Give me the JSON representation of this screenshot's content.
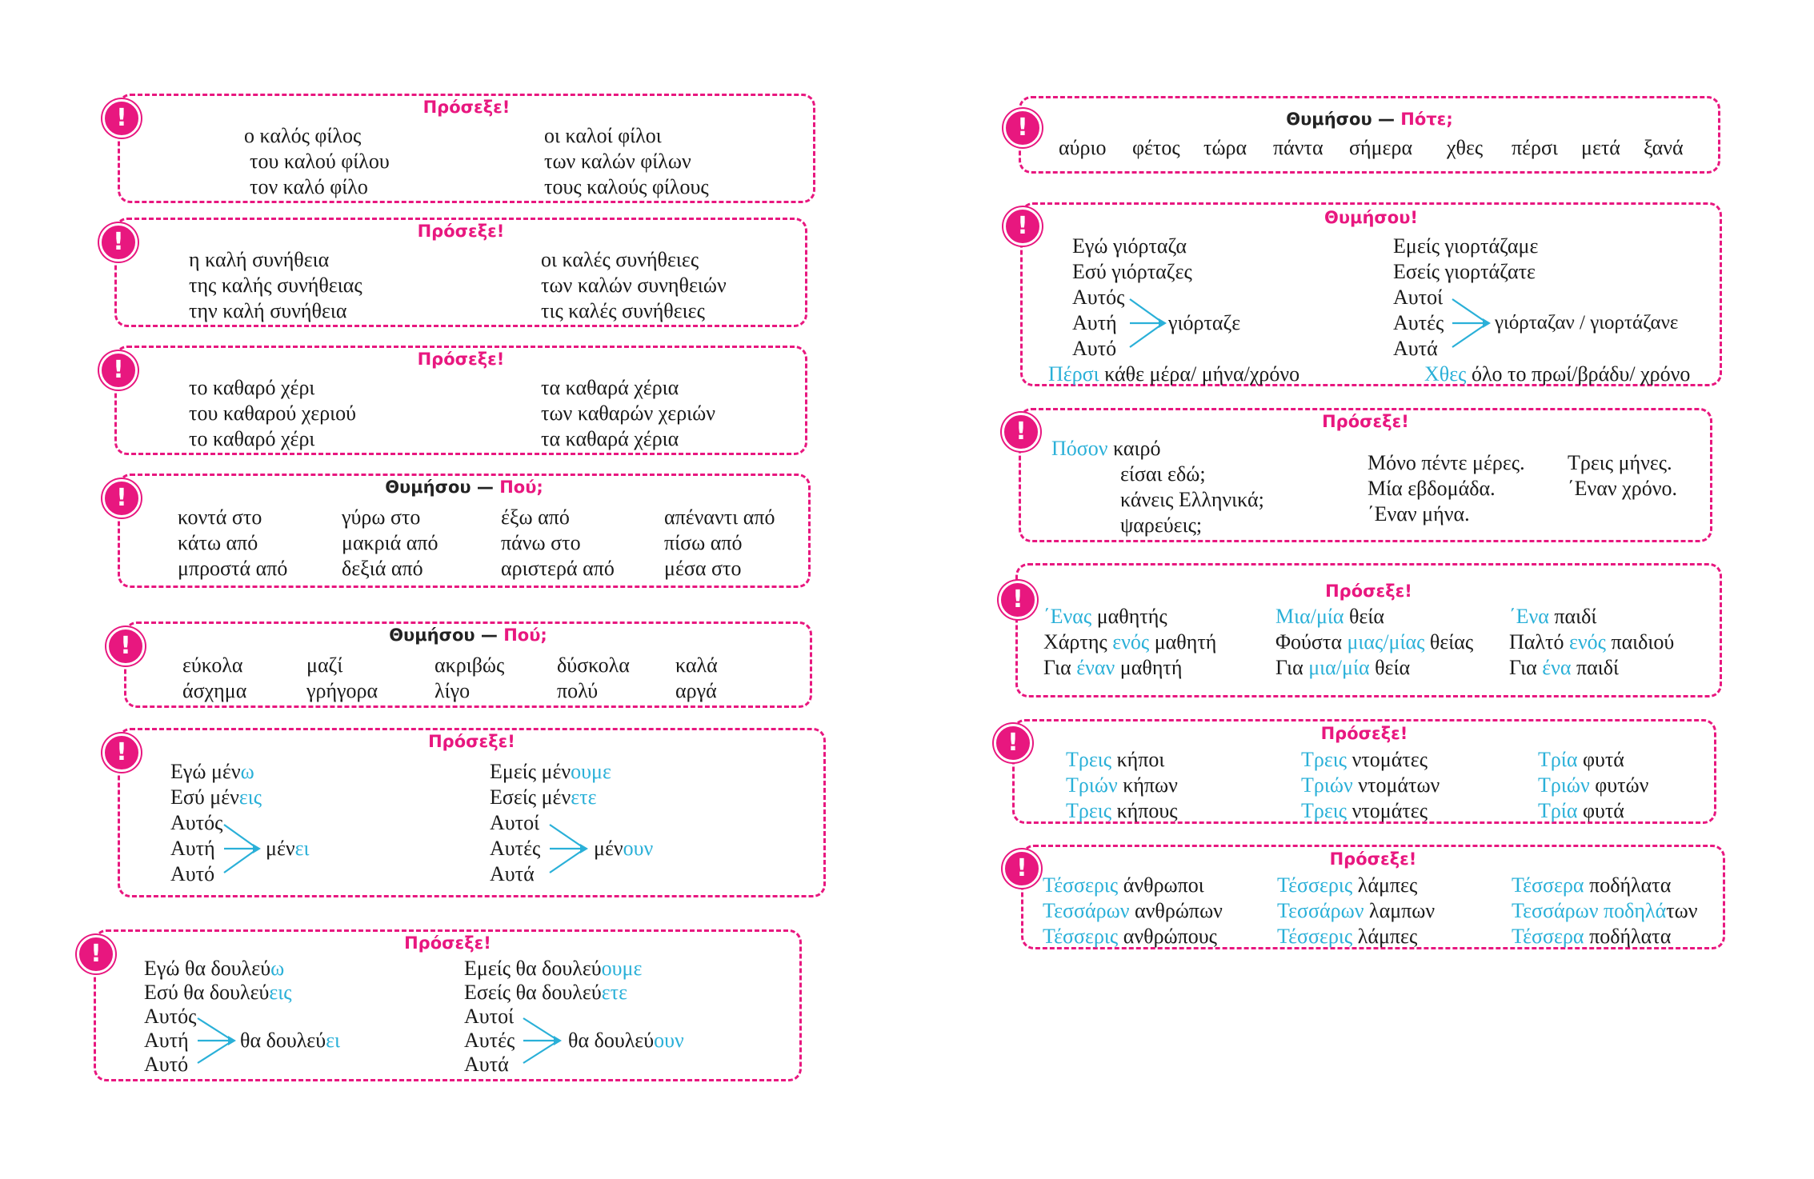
{
  "colors": {
    "accent": "#e8177f",
    "highlight": "#2ab0d8",
    "text": "#1a1a1a"
  },
  "icons": {
    "badge": "exclamation-icon",
    "arrow": "arrow-icon"
  },
  "box1": {
    "title": "Πρόσεξε!",
    "left": [
      "ο καλός φίλος",
      "του καλού φίλου",
      "τον καλό φίλο"
    ],
    "right": [
      "οι καλοί φίλοι",
      "των καλών φίλων",
      "τους καλούς φίλους"
    ]
  },
  "box2": {
    "title": "Πρόσεξε!",
    "left": [
      "η καλή συνήθεια",
      "της καλής συνήθειας",
      "την καλή συνήθεια"
    ],
    "right": [
      "οι καλές συνήθειες",
      "των καλών συνηθειών",
      "τις καλές συνήθειες"
    ]
  },
  "box3": {
    "title": "Πρόσεξε!",
    "left": [
      "το καθαρό χέρι",
      "του καθαρού χεριού",
      "το καθαρό χέρι"
    ],
    "right": [
      "τα καθαρά χέρια",
      "των καθαρών χεριών",
      "τα καθαρά χέρια"
    ]
  },
  "box4": {
    "title_prefix": "Θυμήσου —",
    "title_suffix": "Πού;",
    "columns": [
      [
        "κοντά στο",
        "κάτω από",
        "μπροστά από"
      ],
      [
        "γύρω στο",
        "μακριά από",
        "δεξιά από"
      ],
      [
        "έξω από",
        "πάνω στο",
        "αριστερά από"
      ],
      [
        "απέναντι από",
        "πίσω από",
        "μέσα στο"
      ]
    ]
  },
  "box5": {
    "title_prefix": "Θυμήσου —",
    "title_suffix": "Πού;",
    "columns": [
      [
        "εύκολα",
        "άσχημα"
      ],
      [
        "μαζί",
        "γρήγορα"
      ],
      [
        "ακριβώς",
        "λίγο"
      ],
      [
        "δύσκολα",
        "πολύ"
      ],
      [
        "καλά",
        "αργά"
      ]
    ]
  },
  "box6": {
    "title": "Πρόσεξε!",
    "sg1": {
      "stem": "Εγώ μέν",
      "end": "ω"
    },
    "sg2": {
      "stem": "Εσύ μέν",
      "end": "εις"
    },
    "sg3_pronouns": [
      "Αυτός",
      "Αυτή",
      "Αυτό"
    ],
    "sg3": {
      "stem": "μέν",
      "end": "ει"
    },
    "pl1": {
      "stem": "Εμείς μέν",
      "end": "ουμε"
    },
    "pl2": {
      "stem": "Εσείς μέν",
      "end": "ετε"
    },
    "pl3_pronouns": [
      "Αυτοί",
      "Αυτές",
      "Αυτά"
    ],
    "pl3": {
      "stem": "μέν",
      "end": "ουν"
    }
  },
  "box7": {
    "title": "Πρόσεξε!",
    "sg1": {
      "stem": "Εγώ θα δουλεύ",
      "end": "ω"
    },
    "sg2": {
      "stem": "Εσύ θα δουλεύ",
      "end": "εις"
    },
    "sg3_pronouns": [
      "Αυτός",
      "Αυτή",
      "Αυτό"
    ],
    "sg3": {
      "stem": "θα δουλεύ",
      "end": "ει"
    },
    "pl1": {
      "stem": "Εμείς θα δουλεύ",
      "end": "ουμε"
    },
    "pl2": {
      "stem": "Εσείς θα δουλεύ",
      "end": "ετε"
    },
    "pl3_pronouns": [
      "Αυτοί",
      "Αυτές",
      "Αυτά"
    ],
    "pl3": {
      "stem": "θα δουλεύ",
      "end": "ουν"
    }
  },
  "box8": {
    "title_prefix": "Θυμήσου —",
    "title_suffix": "Πότε;",
    "words": [
      "αύριο",
      "φέτος",
      "τώρα",
      "πάντα",
      "σήμερα",
      "χθες",
      "πέρσι",
      "μετά",
      "ξανά"
    ]
  },
  "box9": {
    "title": "Θυμήσου!",
    "sg": [
      "Εγώ γιόρταζα",
      "Εσύ γιόρταζες"
    ],
    "sg3_pronouns": [
      "Αυτός",
      "Αυτή",
      "Αυτό"
    ],
    "sg3_verb": "γιόρταζε",
    "pl": [
      "Εμείς γιορτάζαμε",
      "Εσείς γιορτάζατε"
    ],
    "pl3_pronouns": [
      "Αυτοί",
      "Αυτές",
      "Αυτά"
    ],
    "pl3_verb": "γιόρταζαν / γιορτάζανε",
    "foot_left_hl": "Πέρσι",
    "foot_left": "κάθε μέρα/ μήνα/χρόνο",
    "foot_right_hl": "Χθες",
    "foot_right": "όλο το πρωί/βράδυ/ χρόνο"
  },
  "box10": {
    "title": "Πρόσεξε!",
    "question_hl": "Πόσον",
    "question": "καιρό",
    "lines": [
      "είσαι εδώ;",
      "κάνεις Ελληνικά;",
      "ψαρεύεις;"
    ],
    "answers_a": [
      "Μόνο πέντε μέρες.",
      "Μία εβδομάδα.",
      "΄Εναν μήνα."
    ],
    "answers_b": [
      "Τρεις μήνες.",
      "΄Εναν χρόνο."
    ]
  },
  "box11": {
    "title": "Πρόσεξε!",
    "col1": [
      {
        "hl": "΄Ενας",
        "rest": " μαθητής",
        "pre": ""
      },
      {
        "pre": "Χάρτης ",
        "hl": "ενός",
        "rest": " μαθητή"
      },
      {
        "pre": "Για ",
        "hl": "έναν",
        "rest": " μαθητή"
      }
    ],
    "col2": [
      {
        "pre": "",
        "hl": "Μια/μία",
        "rest": " θεία"
      },
      {
        "pre": "Φούστα ",
        "hl": "μιας/μίας",
        "rest": " θείας"
      },
      {
        "pre": "Για ",
        "hl": "μια/μία",
        "rest": " θεία"
      }
    ],
    "col3": [
      {
        "pre": "",
        "hl": "΄Ενα",
        "rest": " παιδί"
      },
      {
        "pre": "Παλτό ",
        "hl": "ενός",
        "rest": " παιδιού"
      },
      {
        "pre": "Για ",
        "hl": "ένα",
        "rest": " παιδί"
      }
    ]
  },
  "box12": {
    "title": "Πρόσεξε!",
    "col1": [
      {
        "hl": "Τρεις",
        "rest": " κήποι"
      },
      {
        "hl": "Τριών",
        "rest": " κήπων"
      },
      {
        "hl": "Τρεις",
        "rest": " κήπους"
      }
    ],
    "col2": [
      {
        "hl": "Τρεις",
        "rest": " ντομάτες"
      },
      {
        "hl": "Τριών",
        "rest": " ντομάτων"
      },
      {
        "hl": "Τρεις",
        "rest": " ντομάτες"
      }
    ],
    "col3": [
      {
        "hl": "Τρία",
        "rest": " φυτά"
      },
      {
        "hl": "Τριών",
        "rest": " φυτών"
      },
      {
        "hl": "Τρία",
        "rest": " φυτά"
      }
    ]
  },
  "box13": {
    "title": "Πρόσεξε!",
    "col1": [
      {
        "hl": "Τέσσερις",
        "rest": " άνθρωποι"
      },
      {
        "hl": "Τεσσάρων",
        "rest": " ανθρώπων"
      },
      {
        "hl": "Τέσσερις",
        "rest": " ανθρώπους"
      }
    ],
    "col2": [
      {
        "hl": "Τέσσερις",
        "rest": " λάμπες"
      },
      {
        "hl": "Τεσσάρων",
        "rest": " λαμπων"
      },
      {
        "hl": "Τέσσερις",
        "rest": " λάμπες"
      }
    ],
    "col3": [
      {
        "hl": "Τέσσερα",
        "rest": " ποδήλατα"
      },
      {
        "hl": "Τεσσάρων ποδηλά",
        "rest": "των"
      },
      {
        "hl": "Τέσσερα",
        "rest": " ποδήλατα"
      }
    ]
  }
}
